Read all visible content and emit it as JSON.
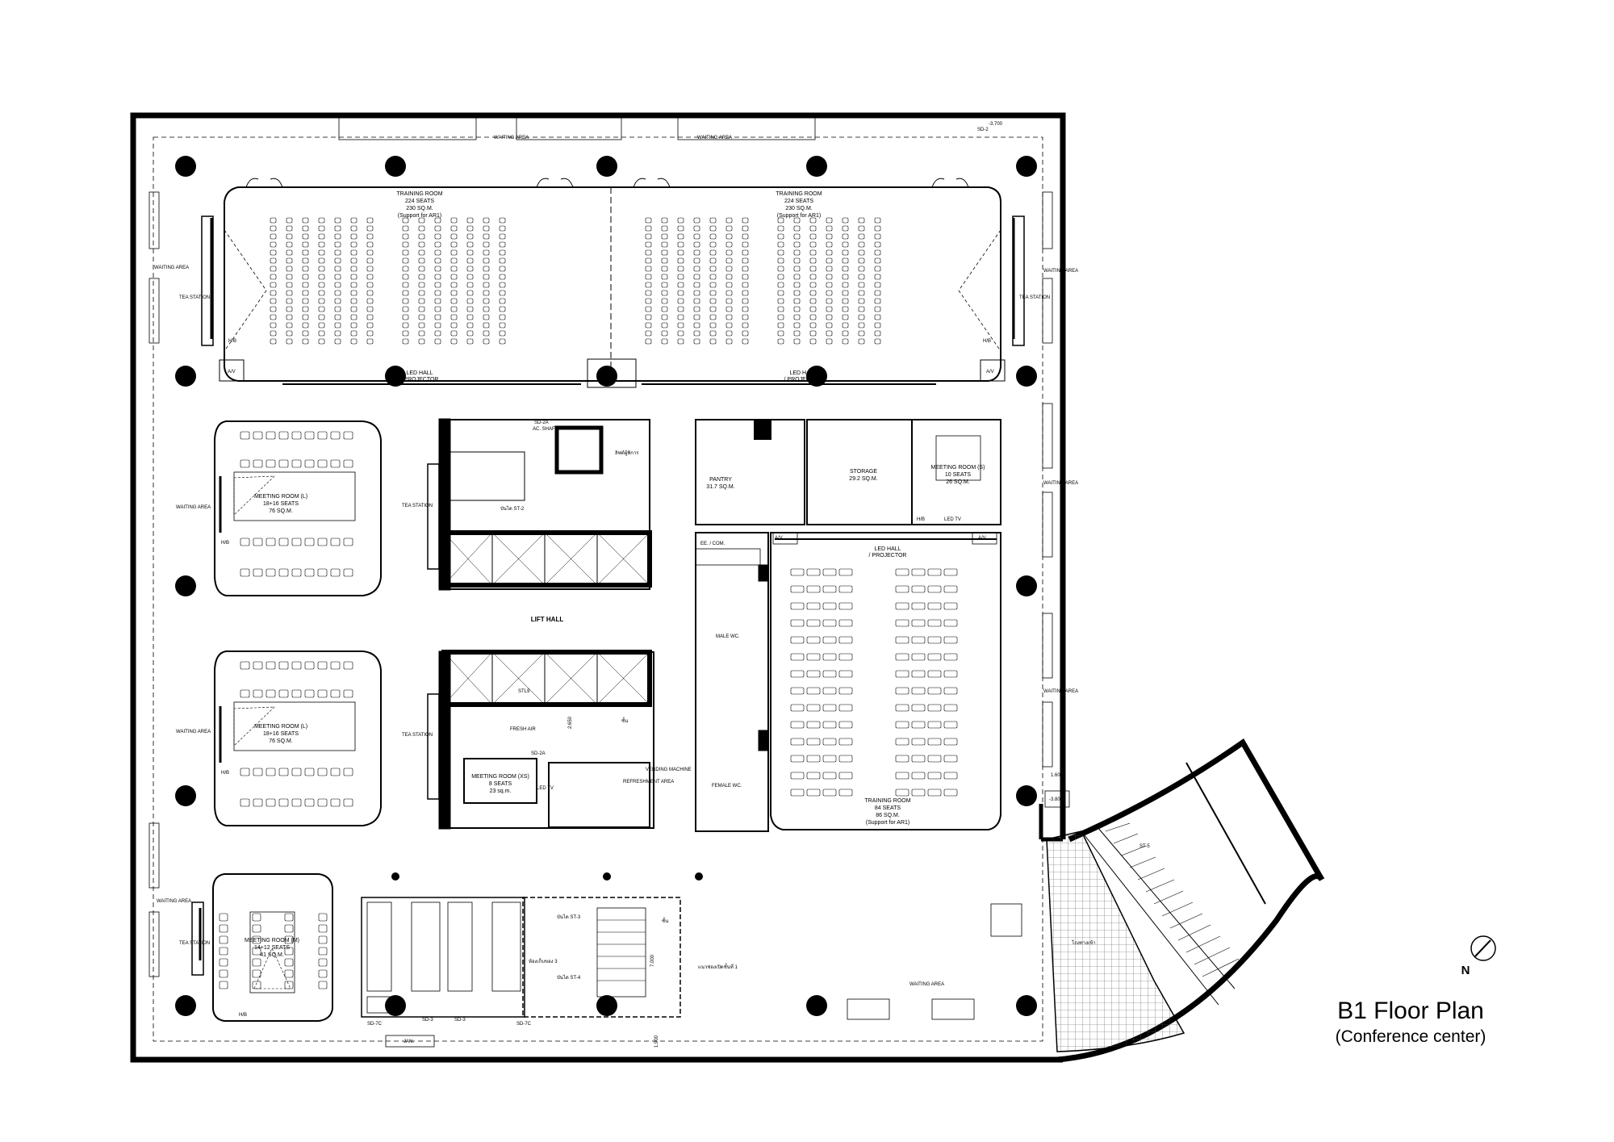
{
  "title": "B1 Floor Plan",
  "subtitle": "(Conference center)",
  "north_label": "N",
  "rooms": {
    "training_left": {
      "name": "TRAINING ROOM",
      "seats": "224 SEATS",
      "area": "230 SQ.M.",
      "note": "(Support for AR1)"
    },
    "training_right": {
      "name": "TRAINING ROOM",
      "seats": "224 SEATS",
      "area": "230 SQ.M.",
      "note": "(Support for AR1)"
    },
    "training_small": {
      "name": "TRAINING ROOM",
      "seats": "84 SEATS",
      "area": "86 SQ.M.",
      "note": "(Support for AR1)"
    },
    "meeting_1": {
      "name": "MEETING ROOM (L)",
      "seats": "18+16 SEATS",
      "area": "76 SQ.M."
    },
    "meeting_2": {
      "name": "MEETING ROOM (L)",
      "seats": "18+16 SEATS",
      "area": "76 SQ.M."
    },
    "meeting_3": {
      "name": "MEETING ROOM (M)",
      "seats": "14+12 SEATS",
      "area": "41 SQ.M."
    },
    "meeting_4": {
      "name": "MEETING ROOM (XS)",
      "seats": "8 SEATS",
      "area": "23 sq.m."
    },
    "meeting_5": {
      "name": "MEETING ROOM (S)",
      "seats": "10 SEATS",
      "area": "26 SQ.M."
    },
    "storage": {
      "name": "STORAGE",
      "area": "29.2 SQ.M."
    },
    "pantry": {
      "name": "PANTRY",
      "area": "31.7 SQ.M."
    },
    "lift_hall": "LIFT HALL",
    "refreshment": "REFRESHMENT AREA",
    "vending": "VENDING MACHINE",
    "male_wc": "MALE WC.",
    "female_wc": "FEMALE WC.",
    "fresh_air": "FRESH AIR",
    "ee_com": "EE. / COM.",
    "ac_shaft": "AC. SHAFT",
    "jan": "JAN."
  },
  "labels": {
    "waiting_area": "WAITING AREA",
    "tea_station": "TEA STATION",
    "led_hall": "LED HALL",
    "projector": "/ PROJECTOR",
    "av": "A/V",
    "hb": "H/B",
    "led_tv": "LED TV",
    "st2": "บันได ST-2",
    "st3": "บันได ST-3",
    "st4": "บันได ST-4",
    "st5": "ST-5",
    "st9": "STL9",
    "sd2": "SD-2",
    "sd2a": "SD-2A",
    "sd3": "SD-3",
    "sd7c": "SD-7C",
    "dim_2650": "2.650",
    "dim_1600": "1.600",
    "dim_7000": "7.000",
    "dim_1900": "1.900",
    "lvl_3700": "-3.700",
    "lvl_3800": "-3.800",
    "floor_note": "แนวช่องเปิดชั้นที่ 1",
    "storage_note": "ห้องเก็บของ 3",
    "ramp_note": "โถงทางเข้า",
    "accessible_lift": "ลิฟต์ผู้พิการ",
    "floor_thai": "ชั้น"
  }
}
